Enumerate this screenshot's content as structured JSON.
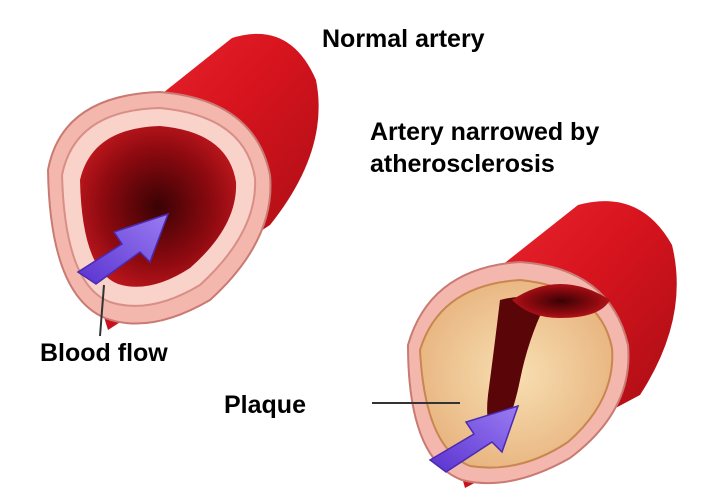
{
  "labels": {
    "normal_artery": "Normal artery",
    "narrowed_line1": "Artery narrowed by",
    "narrowed_line2": "atherosclerosis",
    "blood_flow": "Blood flow",
    "plaque": "Plaque"
  },
  "colors": {
    "artery_outer": "#d8141e",
    "artery_dark": "#8e0a10",
    "wall_pink": "#f3b7ae",
    "plaque_yellow": "#f0c98f",
    "arrow_purple": "#7a55e6"
  }
}
